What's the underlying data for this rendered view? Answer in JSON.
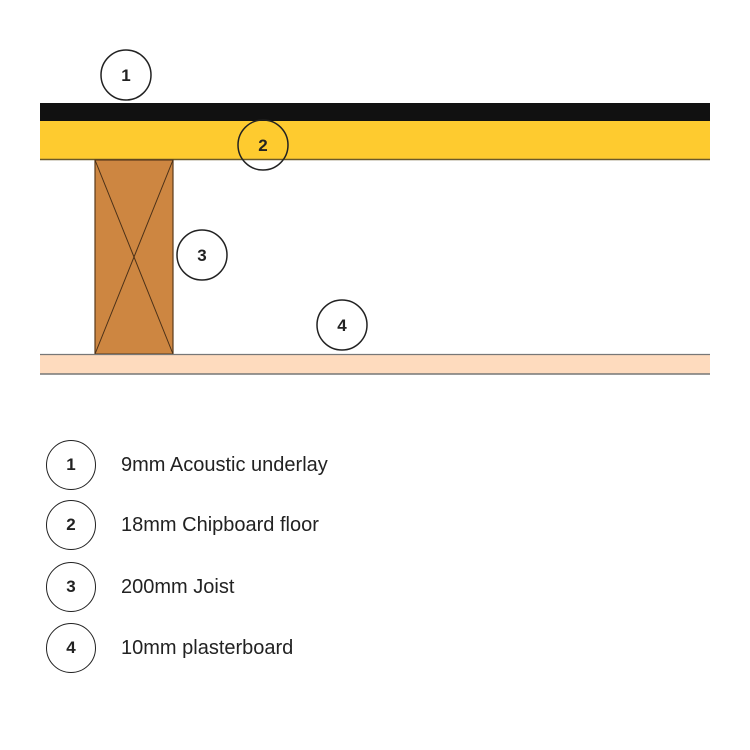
{
  "colors": {
    "underlay": "#111111",
    "chipboard": "#fecb2f",
    "joist": "#cd8641",
    "plasterboard": "#fedbbe",
    "outline": "#555555",
    "text": "#222222"
  },
  "markers": [
    {
      "num": "1"
    },
    {
      "num": "2"
    },
    {
      "num": "3"
    },
    {
      "num": "4"
    }
  ],
  "legend": [
    {
      "num": "1",
      "label": "9mm Acoustic underlay"
    },
    {
      "num": "2",
      "label": "18mm Chipboard floor"
    },
    {
      "num": "3",
      "label": "200mm Joist"
    },
    {
      "num": "4",
      "label": "10mm plasterboard"
    }
  ]
}
